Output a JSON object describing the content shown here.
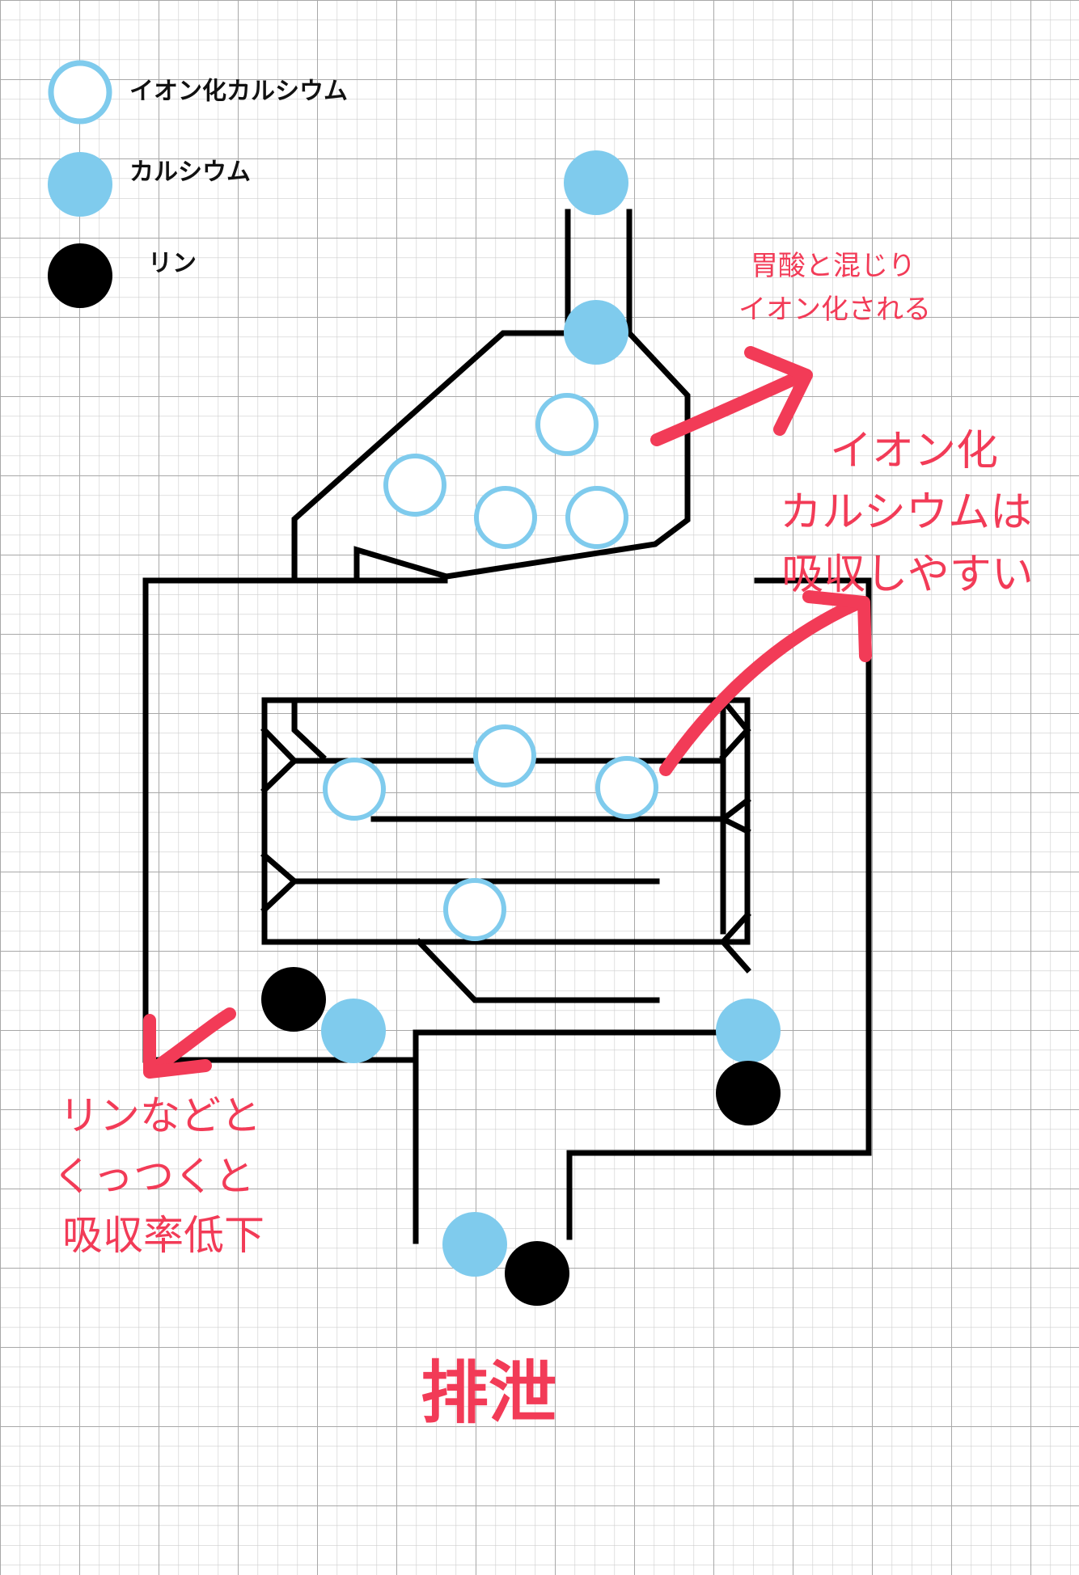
{
  "legend": {
    "ionized_calcium": "イオン化カルシウム",
    "calcium": "カルシウム",
    "phosphorus": "リン"
  },
  "notes": {
    "stomach_line1": "胃酸と混じり",
    "stomach_line2": "イオン化される",
    "absorb_line1": "イオン化",
    "absorb_line2": "カルシウムは",
    "absorb_line3": "吸収しやすい",
    "bind_line1": "リンなどと",
    "bind_line2": "くっつくと",
    "bind_line3": "吸収率低下",
    "excretion": "排泄"
  },
  "colors": {
    "grid_line": "#c8c8c8",
    "grid_bold": "#a9a9a9",
    "organ_line": "#000000",
    "calcium": "#7fcbed",
    "ionized_calcium_ring": "#7fcbed",
    "phosphorus": "#000000",
    "annotation": "#f23b57"
  },
  "icons": {
    "ionized_calcium": "hollow-circle-icon",
    "calcium": "filled-light-blue-circle-icon",
    "phosphorus": "filled-black-circle-icon",
    "arrow": "curved-arrow-icon"
  }
}
